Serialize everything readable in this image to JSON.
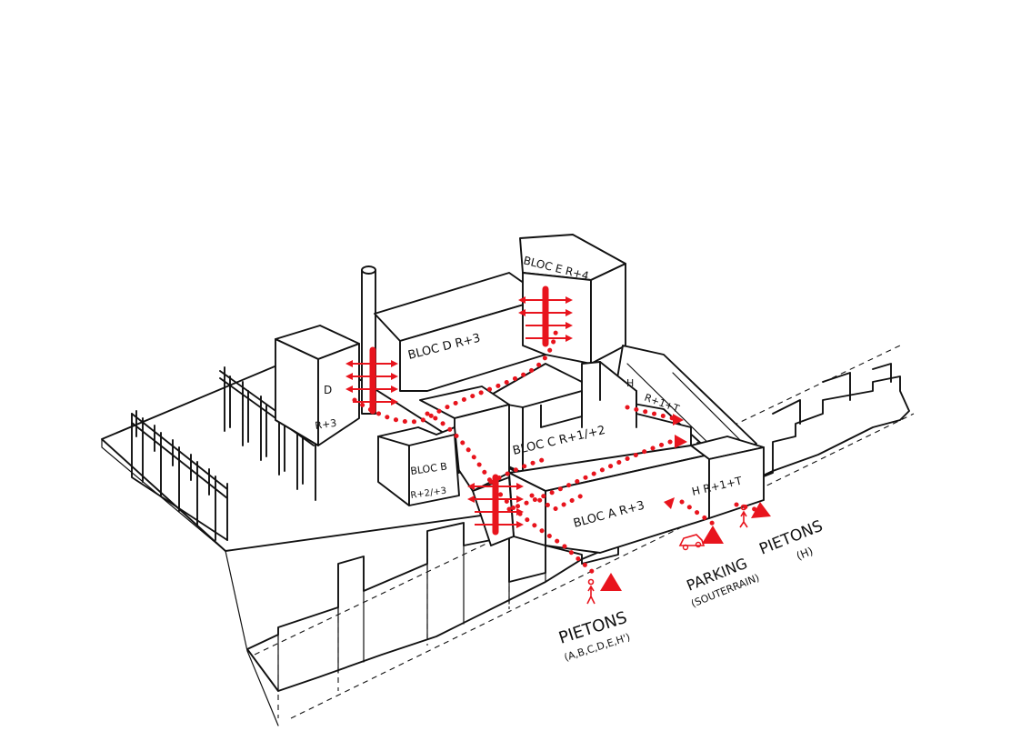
{
  "colors": {
    "ink": "#111111",
    "accent": "#e8141d",
    "paper": "#ffffff"
  },
  "labels": {
    "bloc_d": "BLOC D R+3",
    "bloc_e": "BLOC E R+4",
    "bloc_c": "BLOC C R+1/+2",
    "bloc_b": "BLOC B",
    "bloc_b_height": "R+2/+3",
    "bloc_a": "BLOC A R+3",
    "d_mark": "D",
    "d_height": "R+3",
    "h_mark_back": "H",
    "h_back_height": "R+1+T",
    "h_front": "H R+1+T"
  },
  "annotations": {
    "pietons_main": "PIETONS",
    "pietons_main_sub": "(A,B,C,D,E,H')",
    "parking": "PARKING",
    "parking_sub": "(SOUTERRAIN)",
    "pietons_h": "PIETONS",
    "pietons_h_sub": "(H)"
  },
  "icons": [
    "pedestrian-icon",
    "access-cone-icon",
    "car-icon",
    "vertical-circulation-arrows"
  ]
}
